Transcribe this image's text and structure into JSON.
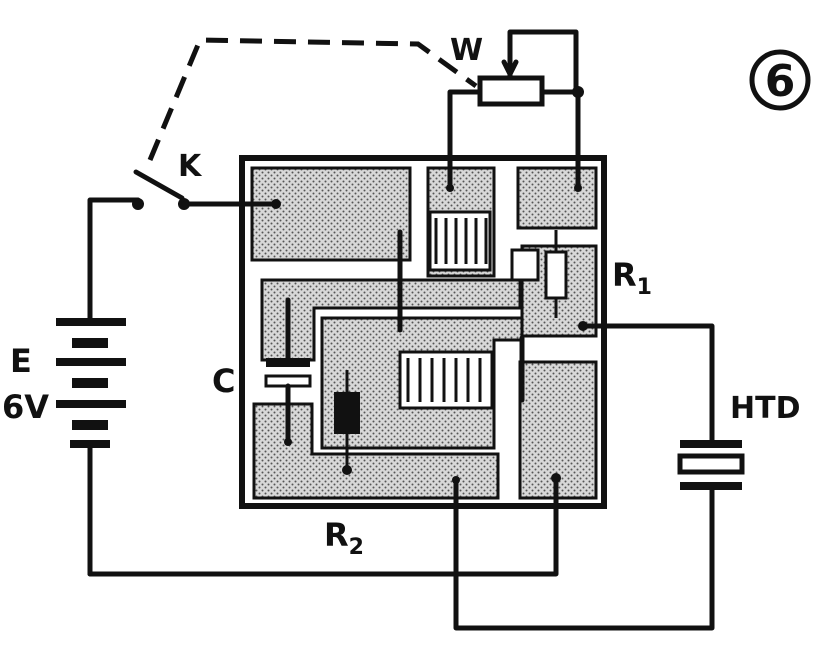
{
  "figure_number": "6",
  "labels": {
    "switch": "K",
    "potentiometer": "W",
    "resistor_1": "R",
    "resistor_1_sub": "1",
    "resistor_2": "R",
    "resistor_2_sub": "2",
    "capacitor": "C",
    "battery_name": "E",
    "battery_voltage": "6V",
    "htd": "HTD"
  }
}
